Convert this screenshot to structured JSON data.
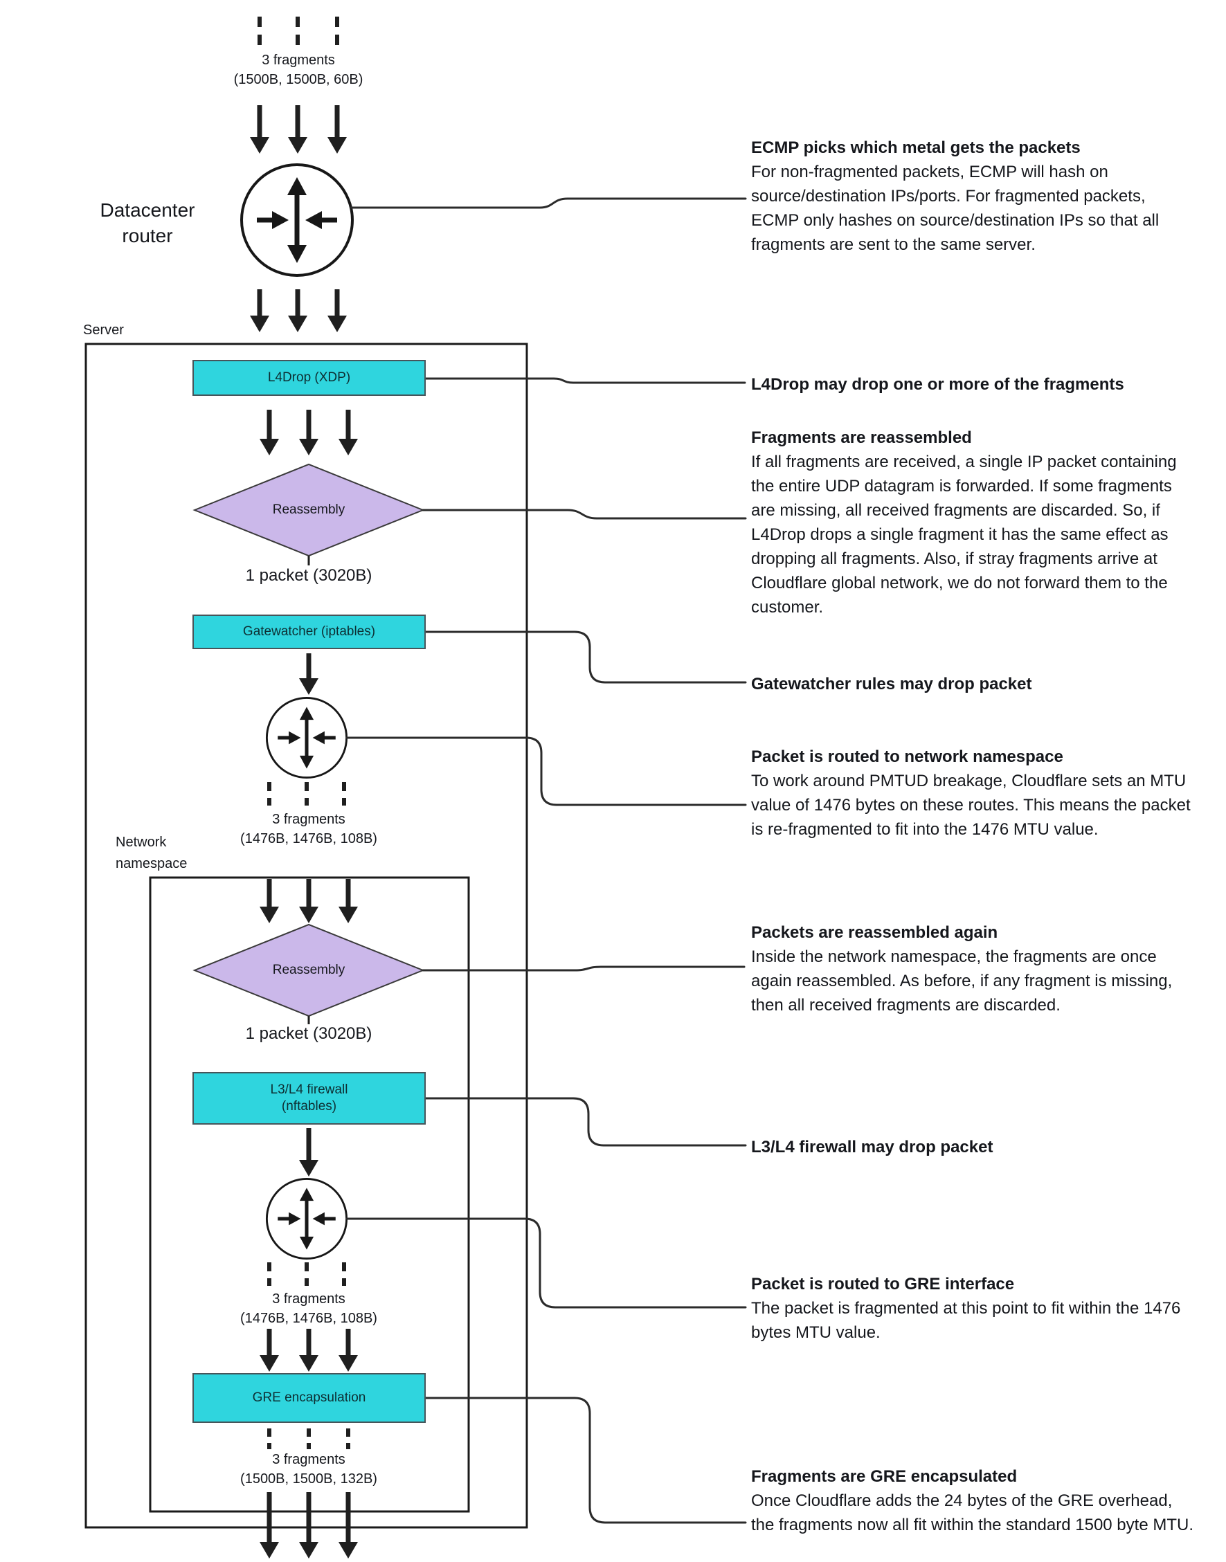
{
  "colors": {
    "process_box": "#2FD5DE",
    "decision_diamond": "#CBB8EA",
    "line": "#1F1F1F",
    "background": "#FFFFFF"
  },
  "icons": {
    "router": "router-crossed-arrows-icon"
  },
  "diagram": {
    "top_fragments": {
      "label": "3 fragments",
      "sizes": "(1500B, 1500B, 60B)"
    },
    "datacenter_router": {
      "line1": "Datacenter",
      "line2": "router"
    },
    "server_label": "Server",
    "l4drop_label": "L4Drop (XDP)",
    "reassembly1_label": "Reassembly",
    "packet1_label": "1 packet (3020B)",
    "gatewatcher_label": "Gatewatcher (iptables)",
    "mid_fragments": {
      "label": "3 fragments",
      "sizes": "(1476B, 1476B, 108B)"
    },
    "network_namespace": {
      "line1": "Network",
      "line2": "namespace"
    },
    "reassembly2_label": "Reassembly",
    "packet2_label": "1 packet (3020B)",
    "firewall": {
      "line1": "L3/L4 firewall",
      "line2": "(nftables)"
    },
    "pre_gre_fragments": {
      "label": "3 fragments",
      "sizes": "(1476B, 1476B, 108B)"
    },
    "gre_label": "GRE encapsulation",
    "bottom_fragments": {
      "label": "3 fragments",
      "sizes": "(1500B, 1500B, 132B)"
    }
  },
  "annotations": [
    {
      "title": "ECMP picks which metal gets the packets",
      "body": "For non-fragmented packets, ECMP will hash on source/destination IPs/ports. For fragmented packets, ECMP only hashes on source/destination IPs so that all fragments are sent to the same server."
    },
    {
      "title": "L4Drop may drop one or more of the fragments",
      "body": ""
    },
    {
      "title": "Fragments are reassembled",
      "body": "If all fragments are received, a single IP packet containing the entire UDP datagram is forwarded. If some fragments are missing, all received fragments are discarded. So, if L4Drop drops a single fragment it has the same effect as dropping all fragments. Also, if stray fragments arrive at Cloudflare global network, we do not forward them to the customer."
    },
    {
      "title": "Gatewatcher rules may drop packet",
      "body": ""
    },
    {
      "title": "Packet is routed to network namespace",
      "body": "To work around PMTUD breakage, Cloudflare sets an MTU value of 1476 bytes on these routes. This means the packet is re-fragmented to fit into the 1476 MTU value."
    },
    {
      "title": "Packets are reassembled again",
      "body": "Inside the network namespace, the fragments are once again reassembled. As before, if any fragment is missing, then all received fragments are discarded."
    },
    {
      "title": "L3/L4 firewall may drop packet",
      "body": ""
    },
    {
      "title": "Packet is routed to GRE interface",
      "body": "The packet is fragmented at this point to fit within the 1476 bytes MTU value."
    },
    {
      "title": "Fragments are GRE encapsulated",
      "body": "Once Cloudflare adds the 24 bytes of the GRE overhead, the fragments now all fit within the standard 1500 byte MTU."
    }
  ]
}
